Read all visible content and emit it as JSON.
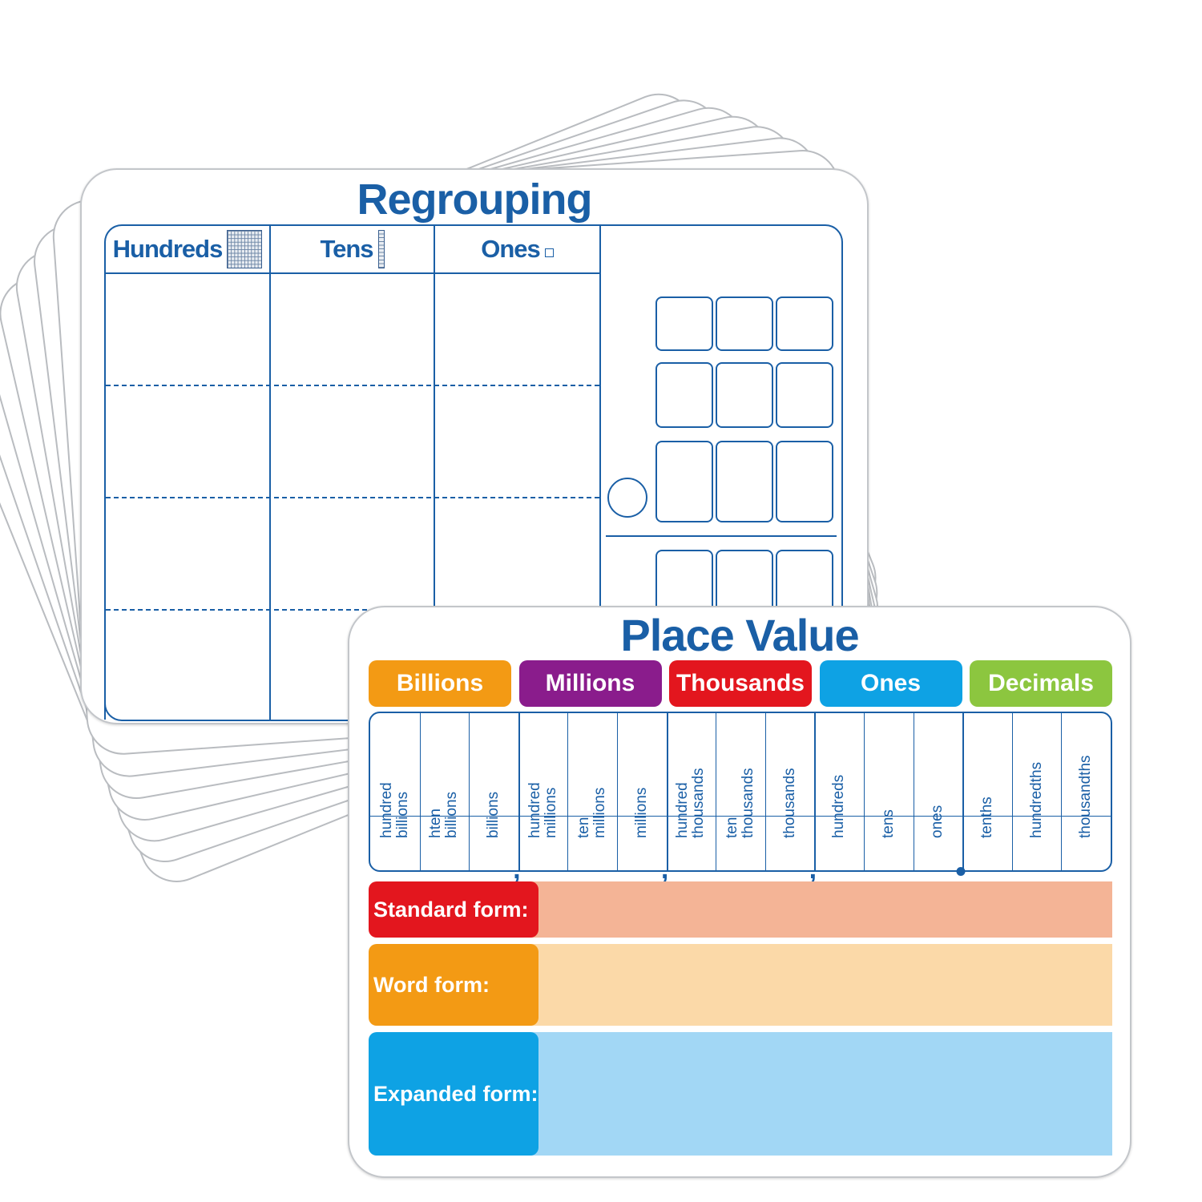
{
  "regrouping": {
    "title": "Regrouping",
    "headers": {
      "hundreds": "Hundreds",
      "tens": "Tens",
      "ones": "Ones"
    }
  },
  "place_value": {
    "title": "Place Value",
    "groups": [
      {
        "label": "Billions",
        "color": "#f39a14"
      },
      {
        "label": "Millions",
        "color": "#8a1c8c"
      },
      {
        "label": "Thousands",
        "color": "#e3161e"
      },
      {
        "label": "Ones",
        "color": "#0ea2e4"
      },
      {
        "label": "Decimals",
        "color": "#8cc63f"
      }
    ],
    "columns": [
      "hundred\nbillions",
      "hten\nbillions",
      "billions",
      "hundred\nmillions",
      "ten\nmillions",
      "millions",
      "hundred\nthousands",
      "ten\nthousands",
      "thousands",
      "hundreds",
      "tens",
      "ones",
      "tenths",
      "hundredths",
      "thousandths"
    ],
    "separators": [
      ",",
      ",",
      ","
    ],
    "forms": [
      {
        "label": "Standard form:",
        "label_color": "#e3161e",
        "fill_color": "#f4b496"
      },
      {
        "label": "Word form:",
        "label_color": "#f39a14",
        "fill_color": "#fbd9a8"
      },
      {
        "label": "Expanded form:",
        "label_color": "#0ea2e4",
        "fill_color": "#a2d7f5"
      }
    ]
  }
}
